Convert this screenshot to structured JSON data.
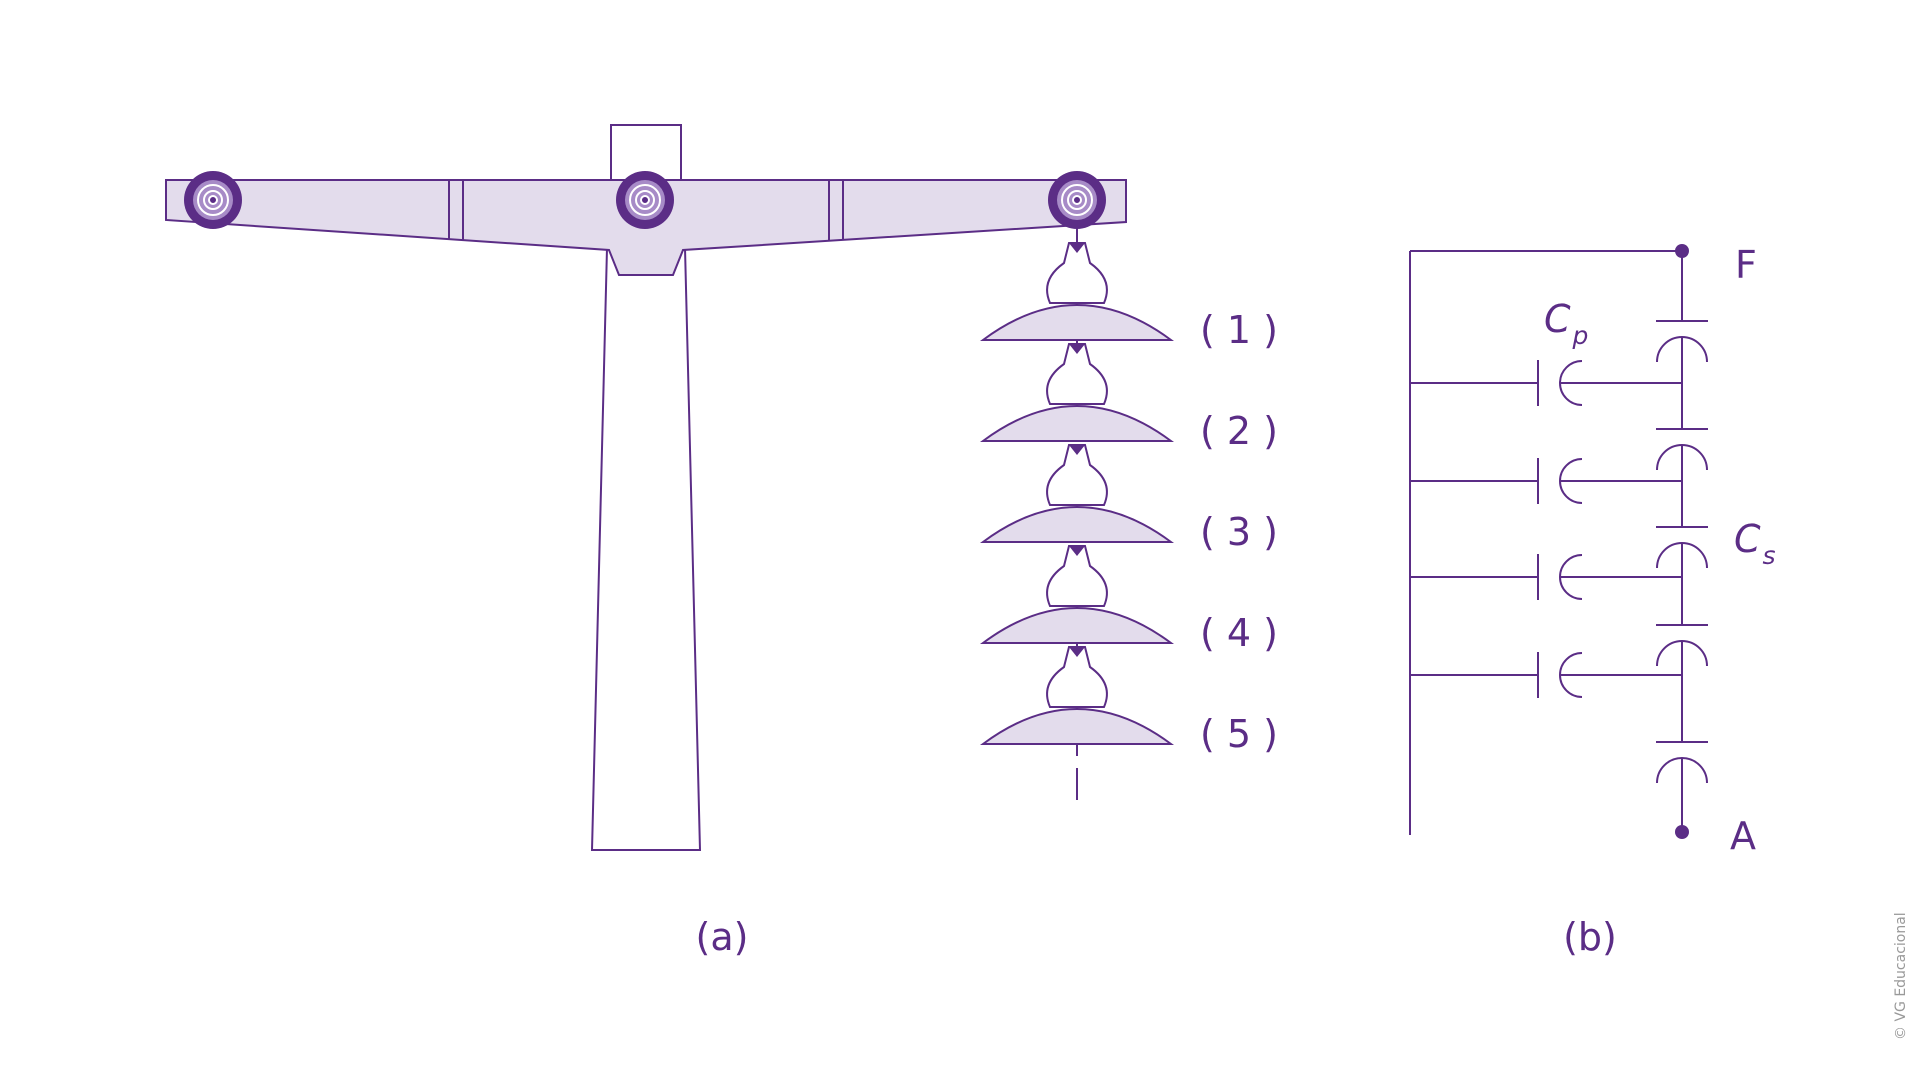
{
  "colors": {
    "stroke": "#5b2d86",
    "fill": "#e3dcec",
    "insulator_ring": "#a78bc7",
    "credit": "#999999"
  },
  "figure_a": {
    "caption": "(a)",
    "insulator_labels": [
      "( 1 )",
      "( 2 )",
      "( 3 )",
      "( 4 )",
      "( 5 )"
    ]
  },
  "figure_b": {
    "caption": "(b)",
    "node_top": "F",
    "node_bottom": "A",
    "cp_label": "C",
    "cp_sub": "p",
    "cs_label": "C",
    "cs_sub": "s"
  },
  "credit": "© VG Educacional"
}
